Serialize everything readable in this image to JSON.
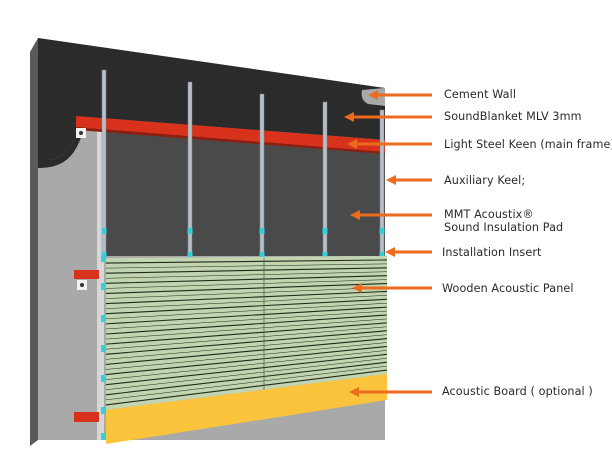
{
  "diagram": {
    "title": "",
    "colors": {
      "cement_wall": "#a9a9a9",
      "sound_blanket": "#2b2b2b",
      "insulation_pad": "#4a4a4a",
      "main_frame": "#d9321c",
      "keel": "#b7bec6",
      "insert": "#35d0dc",
      "wood_panel": "#c3d4b0",
      "wood_slat_line": "#1f2a1a",
      "acoustic_board": "#fbc43c",
      "arrow": "#ee6a1c"
    },
    "callouts": [
      {
        "id": "cement-wall",
        "text": "Cement Wall"
      },
      {
        "id": "sound-blanket",
        "text": "SoundBlanket MLV 3mm"
      },
      {
        "id": "main-frame",
        "text": "Light Steel Keen (main frame)"
      },
      {
        "id": "auxiliary-keel",
        "text": "Auxiliary Keel;"
      },
      {
        "id": "insulation-pad",
        "text": "MMT Acoustix®",
        "text2": "Sound Insulation Pad"
      },
      {
        "id": "installation-insert",
        "text": "Installation Insert"
      },
      {
        "id": "wooden-panel",
        "text": "Wooden Acoustic Panel"
      },
      {
        "id": "acoustic-board",
        "text": "Acoustic Board ( optional )"
      }
    ]
  }
}
